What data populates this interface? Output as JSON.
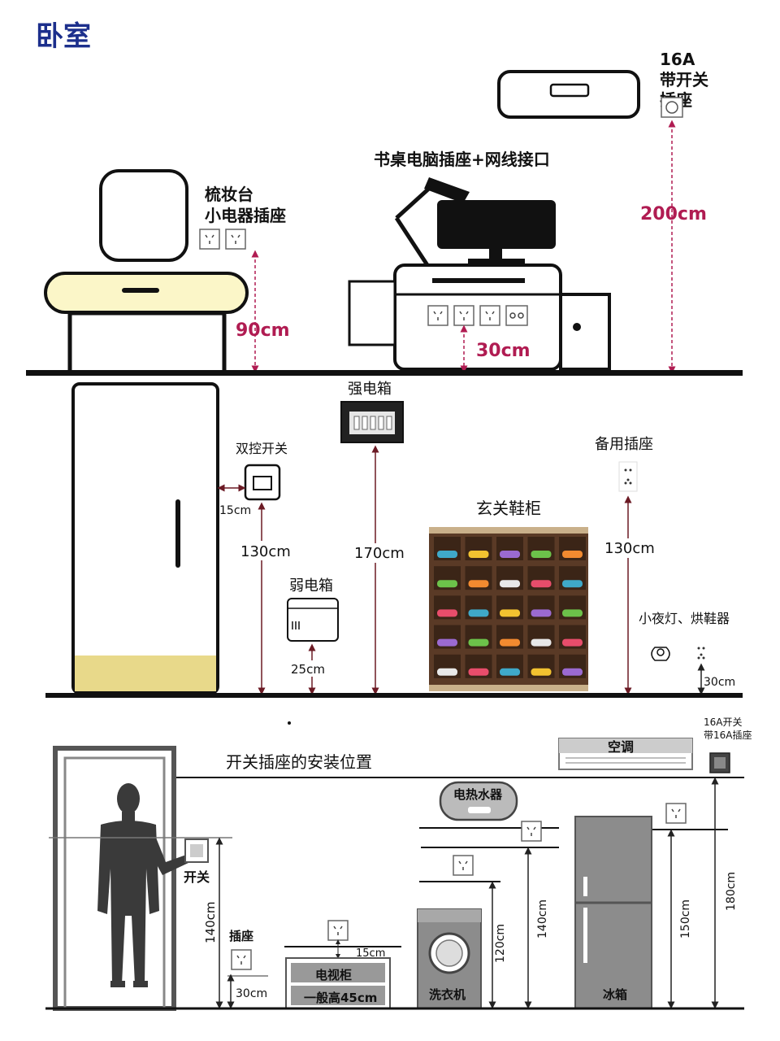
{
  "colors": {
    "title_blue": "#1c2f8c",
    "measure_red": "#b01c52",
    "arrow_dark": "#6b1a24",
    "cream": "#fbf6c8",
    "door_yellow": "#e8d98a",
    "shoe_brown": "#5a3a26",
    "fig_gray": "#3a3a3a",
    "appliance_gray": "#8c8c8c"
  },
  "bedroom": {
    "title": "卧室",
    "ac_socket": {
      "line1": "16A",
      "line2": "带开关",
      "line3": "插座",
      "height": "200cm"
    },
    "vanity": {
      "line1": "梳妆台",
      "line2": "小电器插座",
      "height": "90cm"
    },
    "desk": {
      "label": "书桌电脑插座+网线接口",
      "height": "30cm"
    }
  },
  "entry": {
    "dual_switch": "双控开关",
    "switch_gap": "15cm",
    "switch_height": "130cm",
    "weak_box": "弱电箱",
    "weak_height": "25cm",
    "strong_box": "强电箱",
    "strong_height": "170cm",
    "shoe_cabinet": "玄关鞋柜",
    "spare_socket": "备用插座",
    "spare_height": "130cm",
    "night_light": "小夜灯、烘鞋器",
    "night_height": "30cm"
  },
  "general": {
    "title": "开关插座的安装位置",
    "switch": "开关",
    "switch_height": "140cm",
    "socket": "插座",
    "socket_height": "30cm",
    "tv_cabinet": "电视柜",
    "tv_note": "一般高45cm",
    "tv_gap": "15cm",
    "washer": "洗衣机",
    "washer_height": "120cm",
    "heater": "电热水器",
    "heater_height": "140cm",
    "fridge": "冰箱",
    "fridge_height": "150cm",
    "ac": "空调",
    "ac_socket_line1": "16A开关",
    "ac_socket_line2": "带16A插座",
    "ac_height": "180cm"
  }
}
